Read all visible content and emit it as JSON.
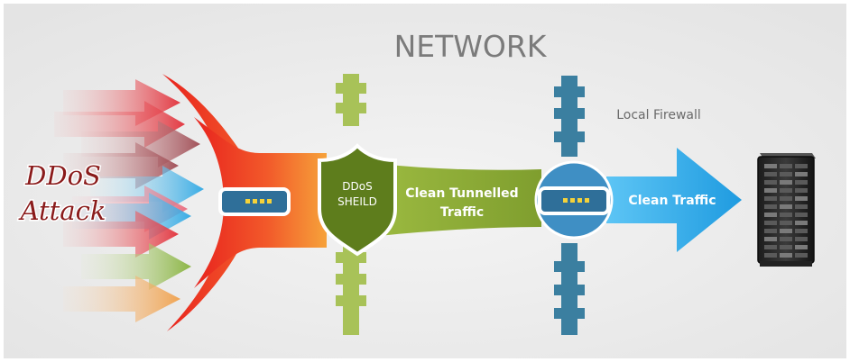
{
  "title": "NETWORK",
  "attack": {
    "line1": "DDoS",
    "line2": "Attack"
  },
  "shield": {
    "line1": "DDoS",
    "line2": "SHEILD"
  },
  "tunnel": {
    "line1": "Clean Tunnelled",
    "line2": "Traffic"
  },
  "firewall_label": "Local Firewall",
  "clean_label": "Clean Traffic",
  "colors": {
    "background": "#ececec",
    "funnel": "#f04a23",
    "shield_green": "#5e7d1c",
    "tunnel_green": "#8fae3a",
    "firewall_green": "#a8c258",
    "firewall_blue": "#3b7fa0",
    "router_blue": "#3f8fc4",
    "clean_arrow": "#2ea6e8",
    "attack_text": "#8a1b1b",
    "title_text": "#7b7b7b"
  }
}
